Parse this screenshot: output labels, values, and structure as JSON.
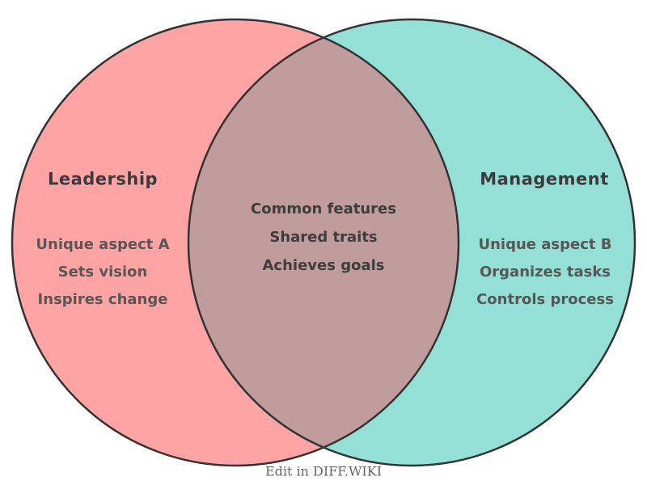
{
  "venn": {
    "left": {
      "title": "Leadership",
      "items": [
        "Unique aspect A",
        "Sets vision",
        "Inspires change"
      ]
    },
    "right": {
      "title": "Management",
      "items": [
        "Unique aspect B",
        "Organizes tasks",
        "Controls process"
      ]
    },
    "overlap": {
      "items": [
        "Common features",
        "Shared traits",
        "Achieves goals"
      ]
    }
  },
  "footer": {
    "label": "Edit in DIFF.WIKI"
  },
  "colors": {
    "left_fill": "#FFA4A4",
    "right_fill": "#94E0D6",
    "overlap_fill": "#C19C9C",
    "circle_stroke": "#333333"
  }
}
